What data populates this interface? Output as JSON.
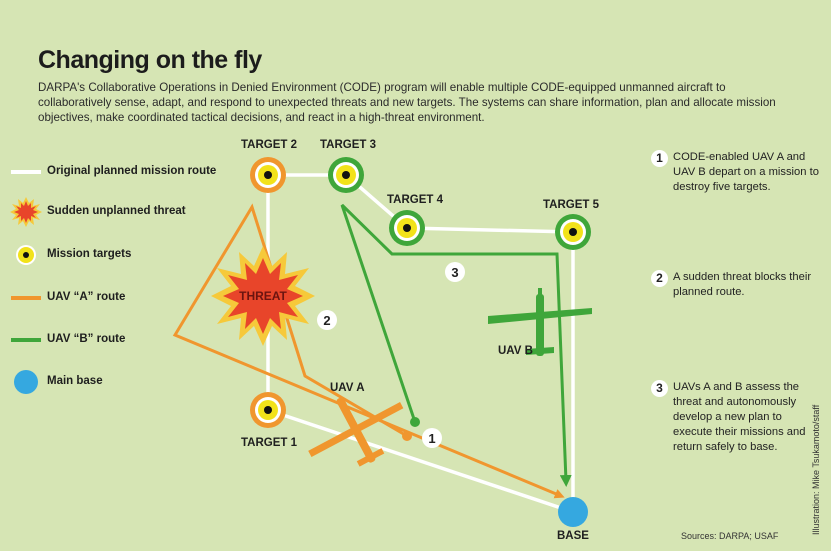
{
  "title": "Changing on the fly",
  "intro": "DARPA's Collaborative Operations in Denied Environment (CODE) program will enable multiple CODE-equipped unmanned aircraft to collaboratively sense, adapt, and respond to unexpected threats and new targets. The systems can share information, plan and allocate mission objectives, make coordinated tactical decisions, and react in a high-threat environment.",
  "legend": {
    "original_route": "Original planned mission route",
    "threat": "Sudden unplanned threat",
    "targets": "Mission targets",
    "uav_a_route": "UAV “A” route",
    "uav_b_route": "UAV “B” route",
    "base": "Main base"
  },
  "map": {
    "target1": "TARGET 1",
    "target2": "TARGET 2",
    "target3": "TARGET 3",
    "target4": "TARGET 4",
    "target5": "TARGET 5",
    "base": "BASE",
    "threat": "THREAT",
    "uav_a": "UAV A",
    "uav_b": "UAV B",
    "marker1": "1",
    "marker2": "2",
    "marker3": "3"
  },
  "steps": [
    {
      "num": "1",
      "text": "CODE-enabled UAV A and UAV B depart on a mission to destroy five targets."
    },
    {
      "num": "2",
      "text": "A sudden threat blocks their planned route."
    },
    {
      "num": "3",
      "text": "UAVs A and B assess the threat and autonomously develop a new plan to execute their missions and return safely to base."
    }
  ],
  "sources": "Sources: DARPA; USAF",
  "credit": "Illustration: Mike Tsukamoto/staff",
  "colors": {
    "background": "#d6e5b4",
    "original_route": "#ffffff",
    "uav_a": "#f0962e",
    "uav_b": "#3fa63a",
    "base": "#35a8e0",
    "target_core": "#f2e21a",
    "threat": "#e8452a"
  },
  "icons": [
    "target-marker-icon",
    "threat-burst-icon",
    "uav-aircraft-icon",
    "base-icon"
  ]
}
